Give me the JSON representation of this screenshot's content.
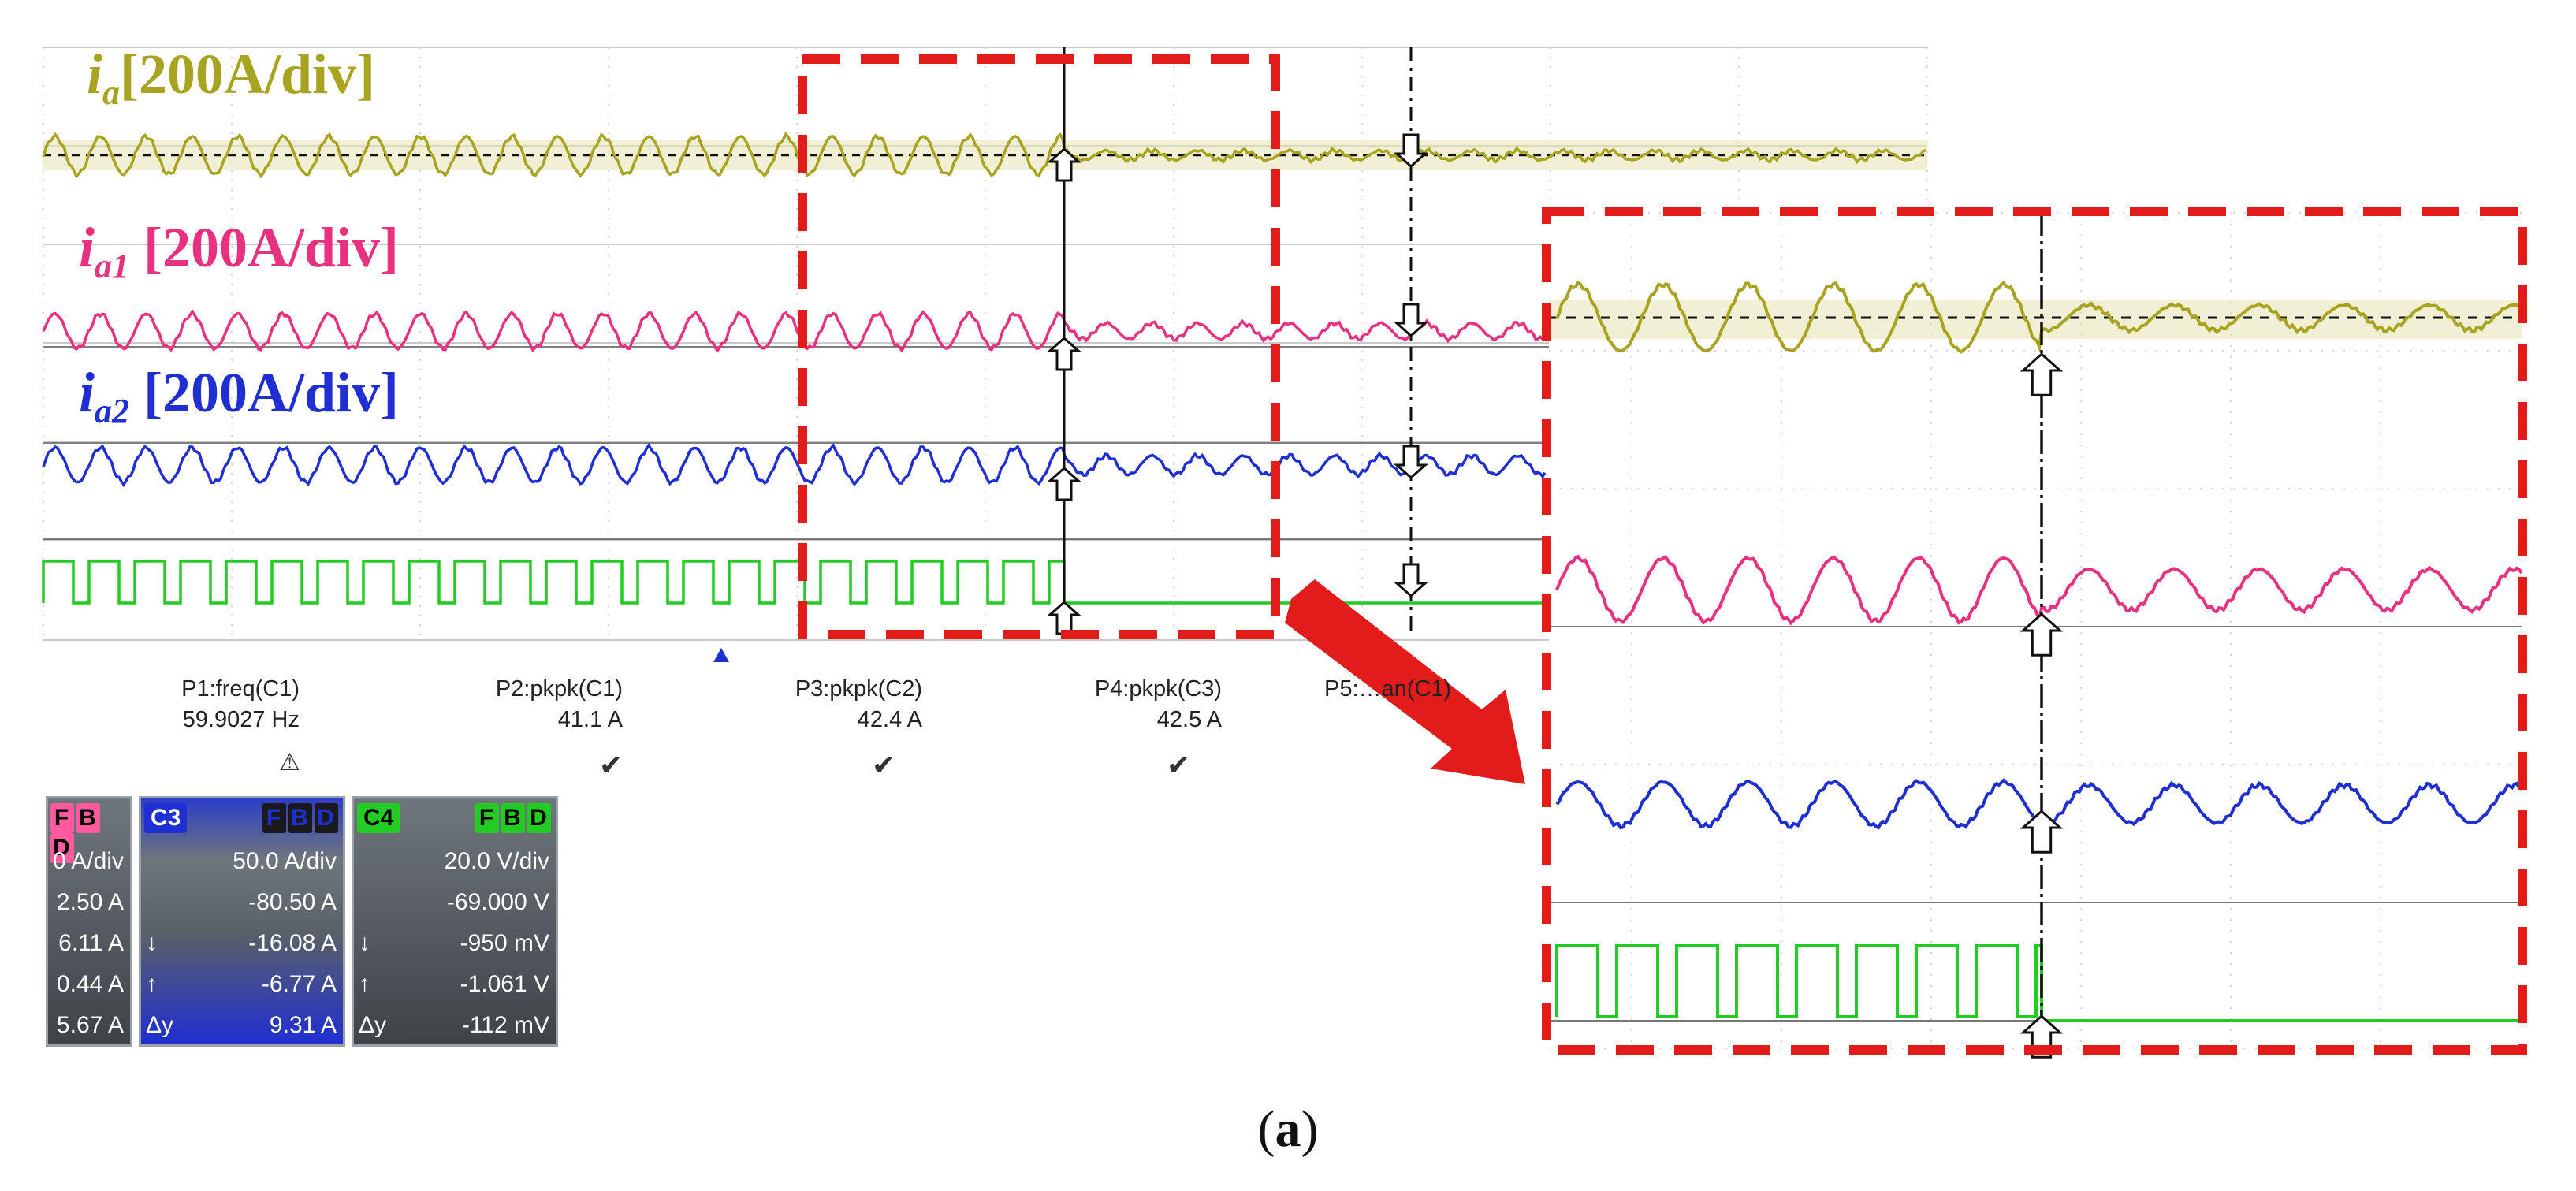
{
  "labels": {
    "ia": {
      "sym": "i",
      "sub": "a",
      "scale": "[200A/div]",
      "color": "#a8a320"
    },
    "ia1": {
      "sym": "i",
      "sub": "a1",
      "scale": " [200A/div]",
      "color": "#e8317f"
    },
    "ia2": {
      "sym": "i",
      "sub": "a2",
      "scale": " [200A/div]",
      "color": "#1f2fd1"
    }
  },
  "params": [
    {
      "name": "P1:freq(C1)",
      "value": "59.9027 Hz",
      "status": "warning"
    },
    {
      "name": "P2:pkpk(C1)",
      "value": "41.1 A",
      "status": "ok"
    },
    {
      "name": "P3:pkpk(C2)",
      "value": "42.4 A",
      "status": "ok"
    },
    {
      "name": "P4:pkpk(C3)",
      "value": "42.5 A",
      "status": "ok"
    },
    {
      "name": "P5:…an(C1)",
      "value": "",
      "status": ""
    }
  ],
  "channels": [
    {
      "header": "",
      "flags": [
        "F",
        "B",
        "D"
      ],
      "rows": [
        "0 A/div",
        "2.50 A",
        "6.11 A",
        "0.44 A",
        "5.67 A"
      ],
      "keys": [
        "",
        "",
        "",
        "",
        ""
      ],
      "accent": "#c2185b"
    },
    {
      "header": "C3",
      "flags": [
        "F",
        "B",
        "D"
      ],
      "rows": [
        "50.0 A/div",
        "-80.50 A",
        "-16.08 A",
        "-6.77 A",
        "9.31 A"
      ],
      "keys": [
        "",
        "",
        "↓",
        "↑",
        "Δy"
      ],
      "accent": "#1f2fd1"
    },
    {
      "header": "C4",
      "flags": [
        "F",
        "B",
        "D"
      ],
      "rows": [
        "20.0 V/div",
        "-69.000 V",
        "-950 mV",
        "-1.061 V",
        "-112 mV"
      ],
      "keys": [
        "",
        "",
        "↓",
        "↑",
        "Δy"
      ],
      "accent": "#22cc22"
    }
  ],
  "chart_data": {
    "type": "line",
    "series": [
      {
        "name": "ia",
        "color": "#a8a320",
        "values_before": "sinusoid",
        "values_after": "reduced ripple"
      },
      {
        "name": "ia1",
        "color": "#e8317f"
      },
      {
        "name": "ia2",
        "color": "#1f2fd1"
      },
      {
        "color": "#22cc22"
      }
    ],
    "grid": true
  },
  "caption": {
    "open": "(",
    "letter": "a",
    "close": ")"
  },
  "colors": {
    "zoom_box": "#e21b1b",
    "grid": "#c8c8c8",
    "cursor": "#111111"
  }
}
